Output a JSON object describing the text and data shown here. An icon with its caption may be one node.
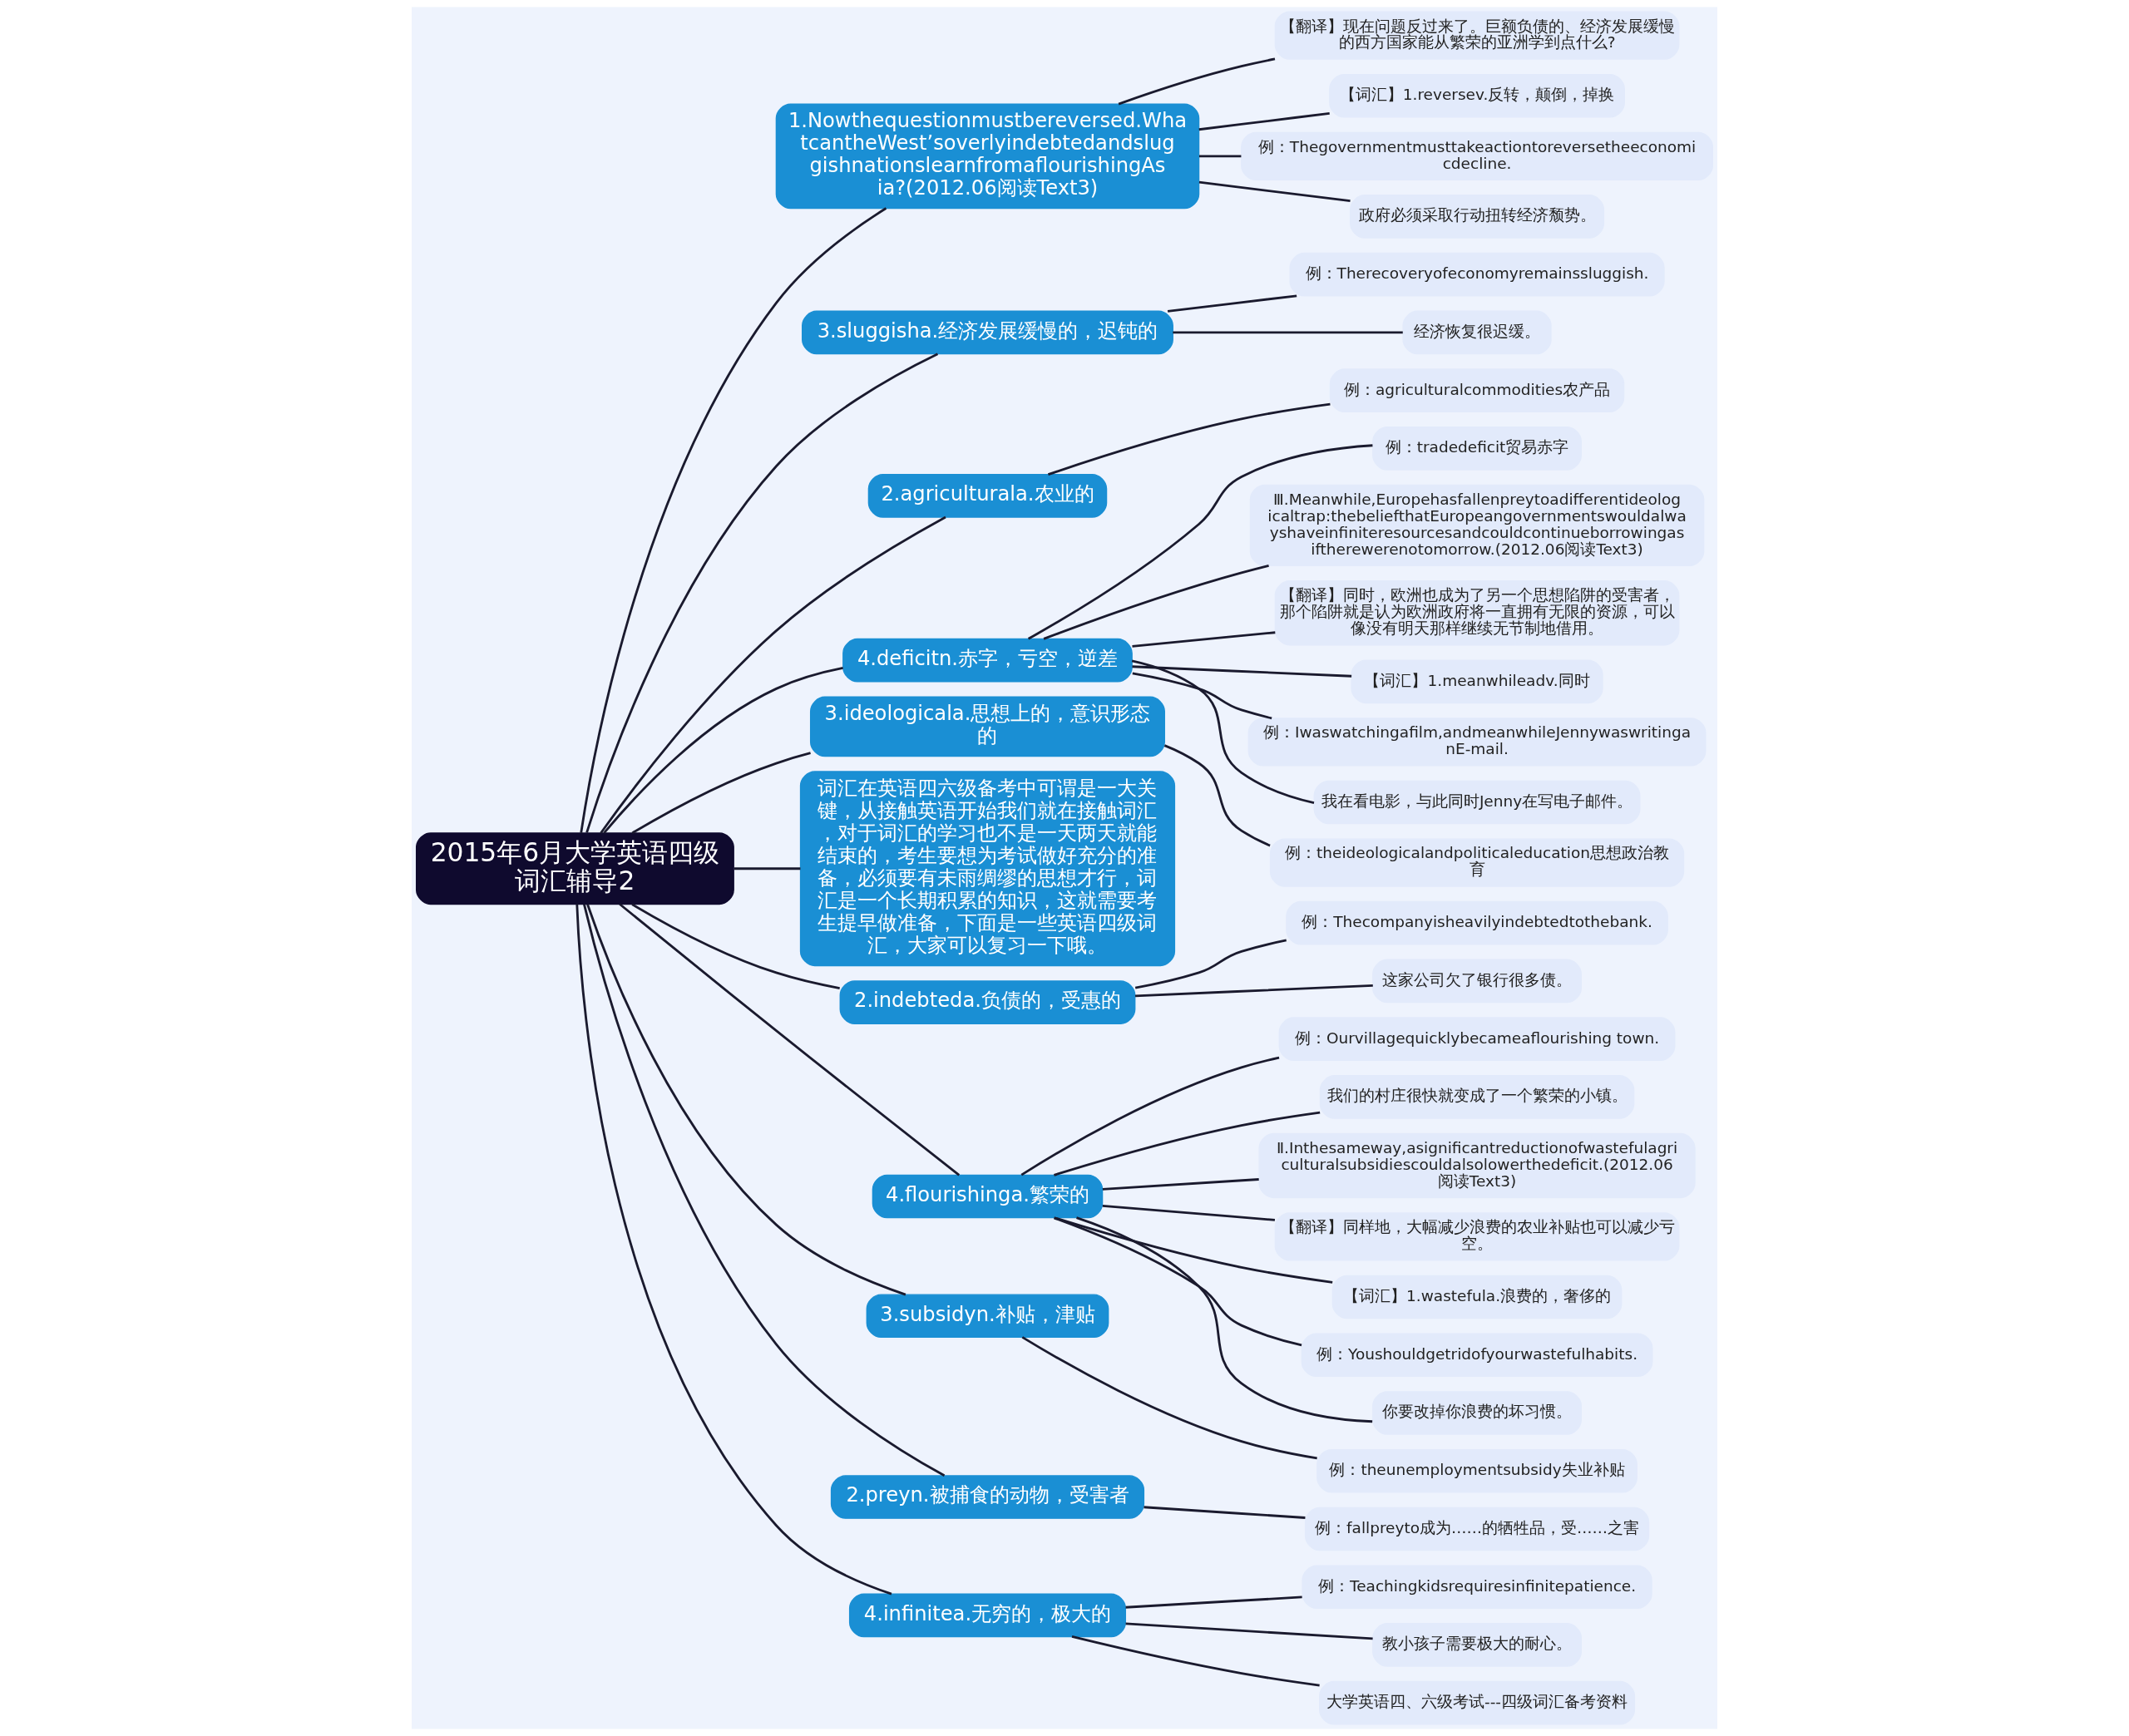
{
  "diagram": {
    "nodes": [
      {
        "text": [
          "2015年6月大学英语四级词汇辅导2"
        ]
      },
      {
        "text": [
          "1.Nowthequestionmustbereversed.WhatcantheWest’soverlyindebtedandsluggishnationslearnfromaflourishingAsia?(2012.06阅读Text3)"
        ]
      },
      {
        "text": [
          "【翻译】现在问题反过来了。巨额负债的、经济发展缓慢的西方国家能从繁荣的亚洲学到点什么?"
        ]
      },
      {
        "text": [
          "【词汇】1.reversev.反转，颠倒，掉换"
        ]
      },
      {
        "text": [
          "例：Thegovernmentmusttakeactiontoreversetheeconomicdecline."
        ]
      },
      {
        "text": [
          "政府必须采取行动扭转经济颓势。"
        ]
      },
      {
        "text": [
          "3.sluggisha.经济发展缓慢的，迟钝的"
        ]
      },
      {
        "text": [
          "例：Therecoveryofeconomyremainssluggish."
        ]
      },
      {
        "text": [
          "经济恢复很迟缓。"
        ]
      },
      {
        "text": [
          "2.agriculturala.农业的"
        ]
      },
      {
        "text": [
          "例：agriculturalcommodities农产品"
        ]
      },
      {
        "text": [
          "4.deficitn.赤字，亏空，逆差"
        ]
      },
      {
        "text": [
          "例：tradedeficit贸易赤字"
        ]
      },
      {
        "text": [
          "Ⅲ.Meanwhile,Europehasfallenpreytoadifferentideologicaltrap:thebeliefthatEuropeangovernmentswouldalwayshaveinfiniteresourcesandcouldcontinueborrowingasiftherewerenotomorrow.(2012.06阅读Text3)"
        ]
      },
      {
        "text": [
          "【翻译】同时，欧洲也成为了另一个思想陷阱的受害者，那个陷阱就是认为欧洲政府将一直拥有无限的资源，可以像没有明天那样继续无节制地借用。"
        ]
      },
      {
        "text": [
          "【词汇】1.meanwhileadv.同时"
        ]
      },
      {
        "text": [
          "例：Iwaswatchingafilm,andmeanwhileJennywaswritinganE-mail."
        ]
      },
      {
        "text": [
          "我在看电影，与此同时Jenny在写电子邮件。"
        ]
      },
      {
        "text": [
          "3.ideologicala.思想上的，意识形态的"
        ]
      },
      {
        "text": [
          "例：theideologicalandpoliticaleducation思想政治教育"
        ]
      },
      {
        "text": [
          "词汇在英语四六级备考中可谓是一大关键，从接触英语开始我们就在接触词汇，对于词汇的学习也不是一天两天就能结束的，考生要想为考试做好充分的准备，必须要有未雨绸缪的思想才行，词汇是一个长期积累的知识，这就需要考生提早做准备，下面是一些英语四级词汇，大家可以复习一下哦。"
        ]
      },
      {
        "text": [
          "2.indebteda.负债的，受惠的"
        ]
      },
      {
        "text": [
          "例：Thecompanyisheavilyindebtedtothebank."
        ]
      },
      {
        "text": [
          "这家公司欠了银行很多债。"
        ]
      },
      {
        "text": [
          "4.flourishinga.繁荣的"
        ]
      },
      {
        "text": [
          "例：Ourvillagequicklybecameaflourishing town."
        ]
      },
      {
        "text": [
          "我们的村庄很快就变成了一个繁荣的小镇。"
        ]
      },
      {
        "text": [
          "Ⅱ.Inthesameway,asignificantreductionofwastefulagriculturalsubsidiescouldalsolowerthedeficit.(2012.06阅读Text3)"
        ]
      },
      {
        "text": [
          "【翻译】同样地，大幅减少浪费的农业补贴也可以减少亏空。"
        ]
      },
      {
        "text": [
          "【词汇】1.wastefula.浪费的，奢侈的"
        ]
      },
      {
        "text": [
          "例：Youshouldgetridofyourwastefulhabits."
        ]
      },
      {
        "text": [
          "你要改掉你浪费的坏习惯。"
        ]
      },
      {
        "text": [
          "3.subsidyn.补贴，津贴"
        ]
      },
      {
        "text": [
          "例：theunemploymentsubsidy失业补贴"
        ]
      },
      {
        "text": [
          "2.preyn.被捕食的动物，受害者"
        ]
      },
      {
        "text": [
          "例：fallpreyto成为……的牺牲品，受……之害"
        ]
      },
      {
        "text": [
          "4.infinitea.无穷的，极大的"
        ]
      },
      {
        "text": [
          "例：Teachingkidsrequiresinfinitepatience."
        ]
      },
      {
        "text": [
          "教小孩子需要极大的耐心。"
        ]
      },
      {
        "text": [
          "大学英语四、六级考试---四级词汇备考资料"
        ]
      }
    ],
    "edges": [
      {
        "from": 0,
        "to": 1,
        "arrow": "none"
      },
      {
        "from": 1,
        "to": 2,
        "arrow": "none"
      },
      {
        "from": 1,
        "to": 3,
        "arrow": "none"
      },
      {
        "from": 1,
        "to": 4,
        "arrow": "none"
      },
      {
        "from": 1,
        "to": 5,
        "arrow": "none"
      },
      {
        "from": 0,
        "to": 6,
        "arrow": "none"
      },
      {
        "from": 6,
        "to": 7,
        "arrow": "none"
      },
      {
        "from": 6,
        "to": 8,
        "arrow": "none"
      },
      {
        "from": 0,
        "to": 9,
        "arrow": "none"
      },
      {
        "from": 9,
        "to": 10,
        "arrow": "none"
      },
      {
        "from": 0,
        "to": 11,
        "arrow": "none"
      },
      {
        "from": 11,
        "to": 12,
        "arrow": "none"
      },
      {
        "from": 11,
        "to": 13,
        "arrow": "none"
      },
      {
        "from": 11,
        "to": 14,
        "arrow": "none"
      },
      {
        "from": 11,
        "to": 15,
        "arrow": "none"
      },
      {
        "from": 11,
        "to": 16,
        "arrow": "none"
      },
      {
        "from": 11,
        "to": 17,
        "arrow": "none"
      },
      {
        "from": 0,
        "to": 18,
        "arrow": "none"
      },
      {
        "from": 18,
        "to": 19,
        "arrow": "none"
      },
      {
        "from": 0,
        "to": 20,
        "arrow": "none"
      },
      {
        "from": 0,
        "to": 21,
        "arrow": "none"
      },
      {
        "from": 21,
        "to": 22,
        "arrow": "none"
      },
      {
        "from": 21,
        "to": 23,
        "arrow": "none"
      },
      {
        "from": 0,
        "to": 24,
        "arrow": "none"
      },
      {
        "from": 24,
        "to": 25,
        "arrow": "none"
      },
      {
        "from": 24,
        "to": 26,
        "arrow": "none"
      },
      {
        "from": 24,
        "to": 27,
        "arrow": "none"
      },
      {
        "from": 24,
        "to": 28,
        "arrow": "none"
      },
      {
        "from": 24,
        "to": 29,
        "arrow": "none"
      },
      {
        "from": 24,
        "to": 30,
        "arrow": "none"
      },
      {
        "from": 24,
        "to": 31,
        "arrow": "none"
      },
      {
        "from": 0,
        "to": 32,
        "arrow": "none"
      },
      {
        "from": 32,
        "to": 33,
        "arrow": "none"
      },
      {
        "from": 0,
        "to": 34,
        "arrow": "none"
      },
      {
        "from": 34,
        "to": 35,
        "arrow": "none"
      },
      {
        "from": 0,
        "to": 36,
        "arrow": "none"
      },
      {
        "from": 36,
        "to": 37,
        "arrow": "none"
      },
      {
        "from": 36,
        "to": 38,
        "arrow": "none"
      },
      {
        "from": 36,
        "to": 39,
        "arrow": "none"
      }
    ]
  }
}
